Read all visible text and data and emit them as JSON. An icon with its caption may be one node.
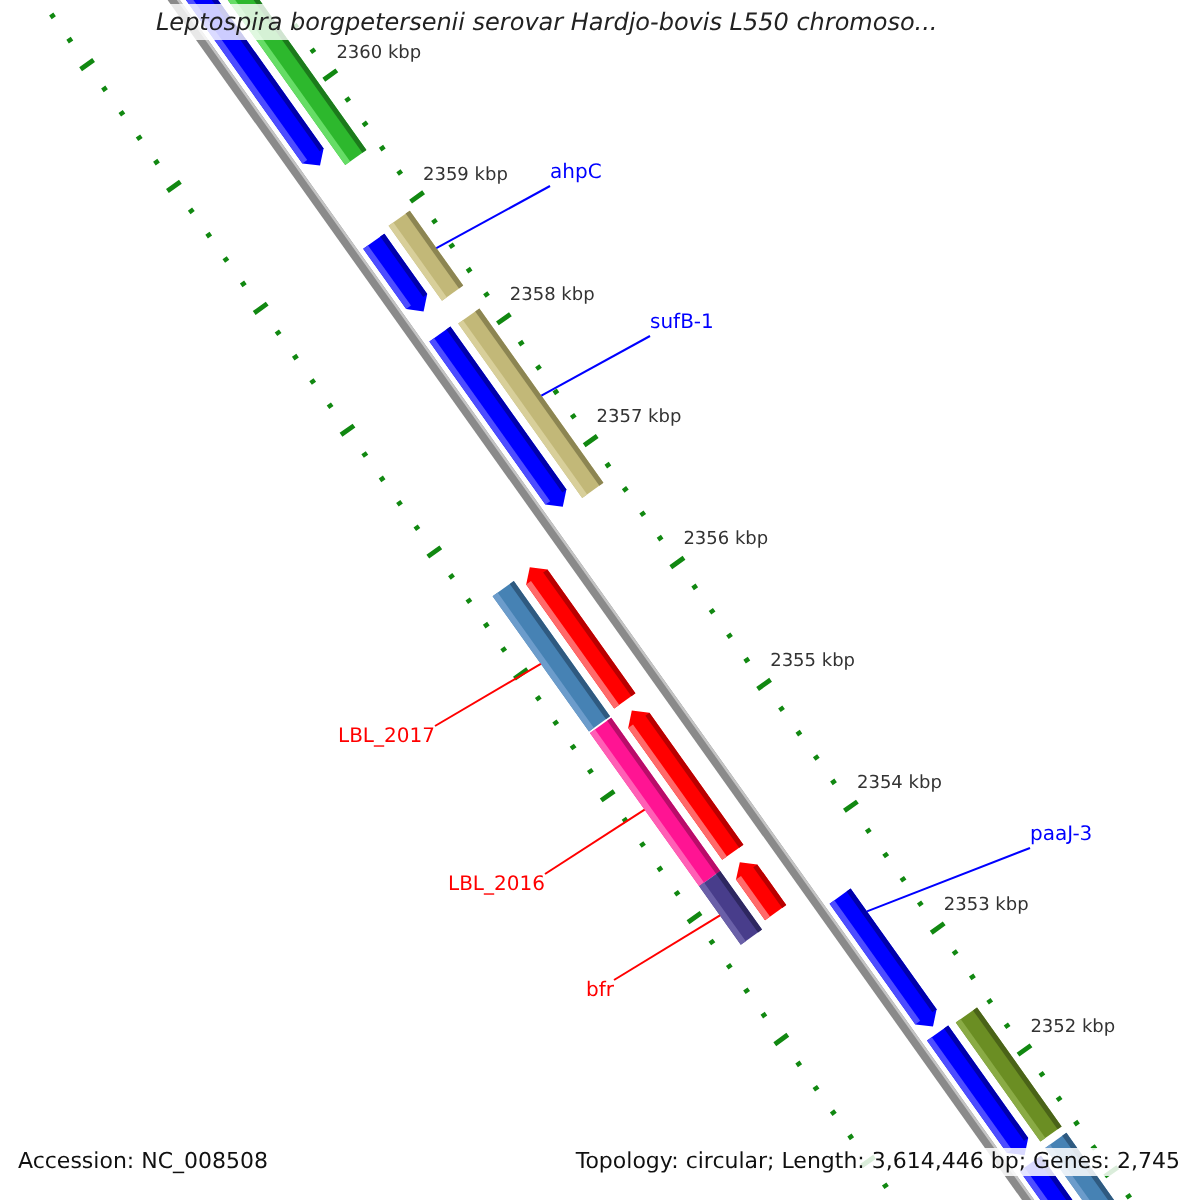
{
  "diagram": {
    "title": "Leptospira borgpetersenii serovar Hardjo-bovis L550 chromoso...",
    "nodes": [
      {
        "text": [
          "ahpC"
        ]
      },
      {
        "text": [
          "sufB-1"
        ]
      },
      {
        "text": [
          "LBL_2017"
        ]
      },
      {
        "text": [
          "paaJ-3"
        ]
      },
      {
        "text": [
          "LBL_2016"
        ]
      },
      {
        "text": [
          "bfr"
        ]
      },
      {
        "text": [],
        "shape": "arrow"
      },
      {
        "text": [],
        "shape": "bar"
      },
      {
        "text": [],
        "shape": "bar"
      },
      {
        "text": [],
        "shape": "arrow"
      },
      {
        "text": [],
        "shape": "bar"
      },
      {
        "text": [],
        "shape": "arrow"
      },
      {
        "text": [],
        "shape": "arrow"
      },
      {
        "text": [],
        "shape": "bar"
      },
      {
        "text": [],
        "shape": "arrow"
      },
      {
        "text": [],
        "shape": "bar"
      },
      {
        "text": [],
        "shape": "arrow"
      },
      {
        "text": [],
        "shape": "bar"
      },
      {
        "text": [],
        "shape": "arrow"
      },
      {
        "text": [],
        "shape": "bar"
      },
      {
        "text": [],
        "shape": "arrow"
      },
      {
        "text": [],
        "shape": "bar"
      },
      {
        "text": [],
        "shape": "arrow"
      }
    ],
    "edges": [
      {
        "from": 0,
        "to": 8,
        "arrow": "none",
        "color": "#0000ff"
      },
      {
        "from": 1,
        "to": 10,
        "arrow": "none",
        "color": "#0000ff"
      },
      {
        "from": 2,
        "to": 13,
        "arrow": "none",
        "color": "#ff0000"
      },
      {
        "from": 3,
        "to": 18,
        "arrow": "none",
        "color": "#0000ff"
      },
      {
        "from": 4,
        "to": 15,
        "arrow": "none",
        "color": "#ff0000"
      },
      {
        "from": 5,
        "to": 17,
        "arrow": "none",
        "color": "#ff0000"
      }
    ],
    "labels": [
      "2360 kbp",
      "2359 kbp",
      "2358 kbp",
      "2357 kbp",
      "2356 kbp",
      "2355 kbp",
      "2354 kbp",
      "2353 kbp",
      "2352 kbp",
      "Accession: NC_008508",
      "Topology: circular; Length: 3,614,446 bp; Genes: 2,745"
    ]
  }
}
